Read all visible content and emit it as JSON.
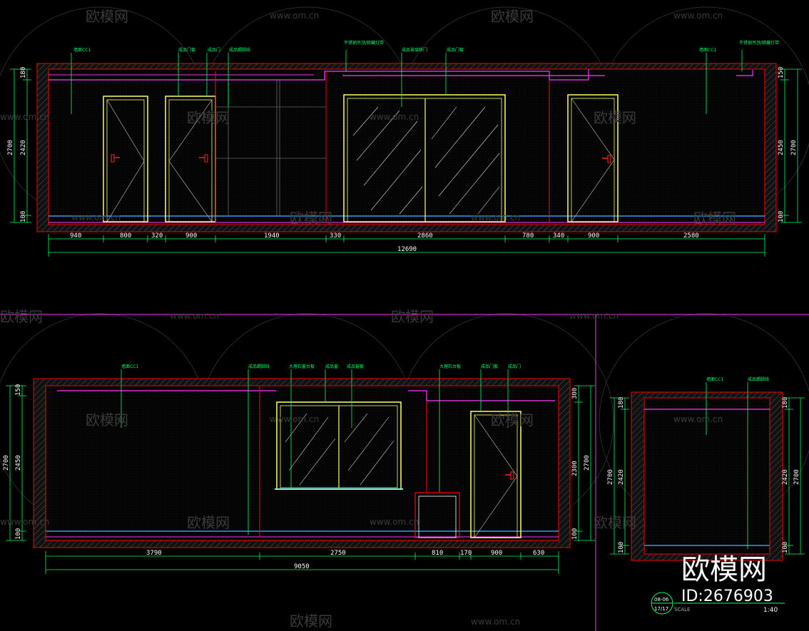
{
  "watermark": {
    "site": "www.om.cn",
    "brand": "欧模网",
    "id_label": "ID:2676903"
  },
  "colors": {
    "wall": "#ff0000",
    "frame": "#ffff66",
    "beam": "#ff33ff",
    "dim": "#00ff66",
    "floor": "#3399ff"
  },
  "elevation_top": {
    "labels": [
      "墙面CC1",
      "成品门套",
      "成品门",
      "成品踢脚线",
      "不锈钢吊顶/暗藏灯带",
      "成品玻璃移门",
      "成品门套",
      "墙面CC1",
      "不锈钢吊顶/暗藏灯带"
    ],
    "dims_h": [
      "940",
      "800",
      "320",
      "900",
      "1940",
      "330",
      "2860",
      "780",
      "340",
      "900",
      "2580"
    ],
    "total": "12690",
    "dims_left": [
      "180",
      "2700",
      "2420",
      "100"
    ],
    "dims_right": [
      "150",
      "2450",
      "2700",
      "100"
    ]
  },
  "elevation_bottom_left": {
    "labels": [
      "墙面CC1",
      "成品踢脚线",
      "大理石窗台板",
      "成品窗",
      "成品窗套",
      "大理石台板",
      "成品门套",
      "成品门"
    ],
    "dims_h": [
      "3790",
      "2750",
      "810",
      "170",
      "900",
      "630"
    ],
    "total": "9050",
    "dims_left": [
      "150",
      "2700",
      "2450",
      "100"
    ],
    "dims_right": [
      "300",
      "2300",
      "2700",
      "100"
    ]
  },
  "elevation_bottom_right": {
    "labels": [
      "墙面CC1",
      "成品踢脚线"
    ],
    "dims_left": [
      "180",
      "2700",
      "2420",
      "100"
    ],
    "dims_right": [
      "180",
      "2420",
      "2700",
      "100"
    ]
  },
  "title_block": {
    "code": "08-06",
    "sheet": "17/17",
    "scale_label": "SCALE",
    "scale": "1:40"
  }
}
